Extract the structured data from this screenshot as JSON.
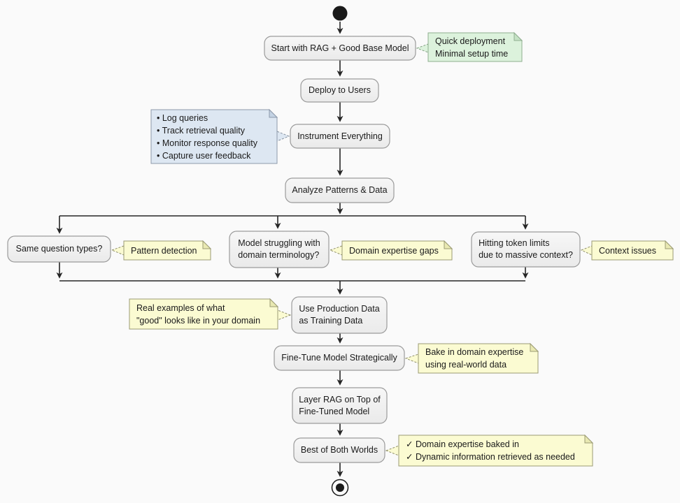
{
  "diagram": {
    "type": "activity-flowchart",
    "background": "#fafafa",
    "colors": {
      "activity_fill": "#f1f1f1",
      "activity_border": "#9b9b9b",
      "edge": "#262626",
      "text": "#1a1a1a",
      "note_yellow_bg": "#fbfbd2",
      "note_yellow_border": "#9b9b74",
      "note_green_bg": "#dcf2dc",
      "note_green_border": "#8fad8f",
      "note_blue_bg": "#dde7f2",
      "note_blue_border": "#8d99ab"
    }
  },
  "nodes": {
    "start_rag": {
      "label": "Start with RAG + Good Base Model"
    },
    "deploy": {
      "label": "Deploy to Users"
    },
    "instrument": {
      "label": "Instrument Everything"
    },
    "analyze": {
      "label": "Analyze Patterns & Data"
    },
    "same_question": {
      "label": "Same question types?"
    },
    "model_struggling": {
      "label": "Model struggling with\ndomain terminology?"
    },
    "token_limits": {
      "label": "Hitting token limits\ndue to massive context?"
    },
    "production_data": {
      "label": "Use Production Data\nas Training Data"
    },
    "fine_tune": {
      "label": "Fine-Tune Model Strategically"
    },
    "layer_rag": {
      "label": "Layer RAG on Top of\nFine-Tuned Model"
    },
    "best_of_both": {
      "label": "Best of Both Worlds"
    }
  },
  "notes": {
    "quick_deployment": {
      "color": "green",
      "text": "Quick deployment\nMinimal setup time"
    },
    "instrumentation": {
      "color": "blue",
      "text": "• Log queries\n• Track retrieval quality\n• Monitor response quality\n• Capture user feedback"
    },
    "pattern_detection": {
      "color": "yellow",
      "text": "Pattern detection"
    },
    "domain_gaps": {
      "color": "yellow",
      "text": "Domain expertise gaps"
    },
    "context_issues": {
      "color": "yellow",
      "text": "Context issues"
    },
    "real_examples": {
      "color": "yellow",
      "text": "Real examples of what\n\"good\" looks like in your domain"
    },
    "bake_expertise": {
      "color": "yellow",
      "text": "Bake in domain expertise\nusing real-world data"
    },
    "best_benefits": {
      "color": "yellow",
      "text": "✓ Domain expertise baked in\n✓ Dynamic information retrieved as needed"
    }
  }
}
